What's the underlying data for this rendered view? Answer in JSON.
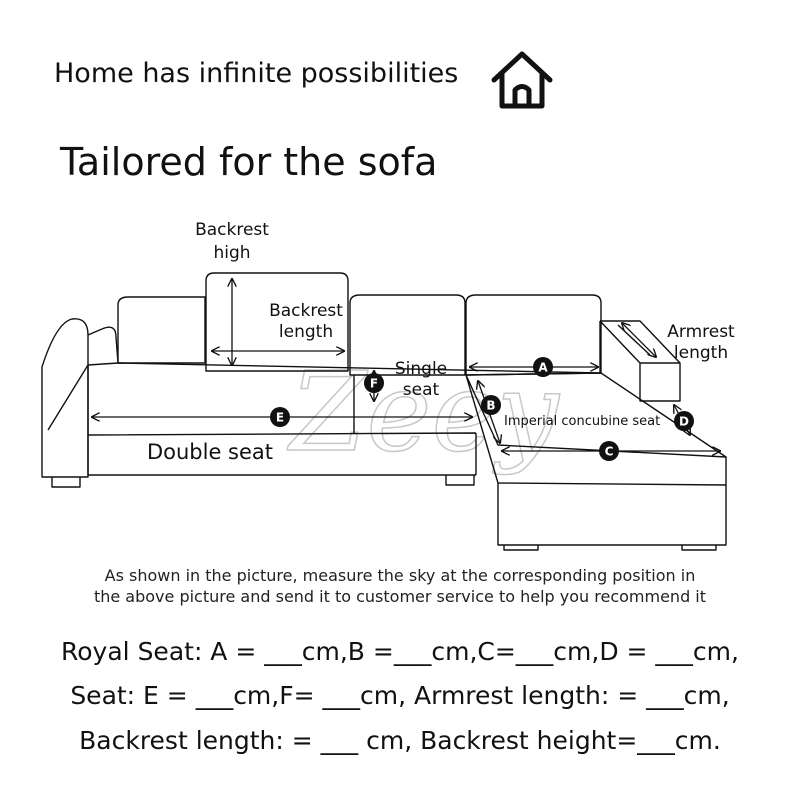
{
  "header": {
    "tagline": "Home has infinite possibilities",
    "icon": "house-icon"
  },
  "title": "Tailored for the sofa",
  "diagram": {
    "labels": {
      "backrest_high": [
        "Backrest",
        "high"
      ],
      "backrest_length": [
        "Backrest",
        "length"
      ],
      "single_seat": [
        "Single",
        "seat"
      ],
      "armrest_length": [
        "Armrest",
        "length"
      ],
      "imperial_concubine_seat": "Imperial concubine seat",
      "double_seat": "Double seat"
    },
    "markers": {
      "a": "A",
      "b": "B",
      "c": "C",
      "d": "D",
      "e": "E",
      "f": "F"
    },
    "watermark": "Zeey"
  },
  "caption": {
    "line1": "As shown in the picture, measure the sky at the corresponding position in",
    "line2": "the above picture and send it to customer service to help you recommend it"
  },
  "formulas": {
    "line1": "Royal Seat: A = ___cm,B =___cm,C=___cm,D = ___cm,",
    "line2": "Seat: E = ___cm,F= ___cm,   Armrest length: = ___cm,",
    "line3": "Backrest length: = ___ cm,    Backrest height=___cm."
  }
}
